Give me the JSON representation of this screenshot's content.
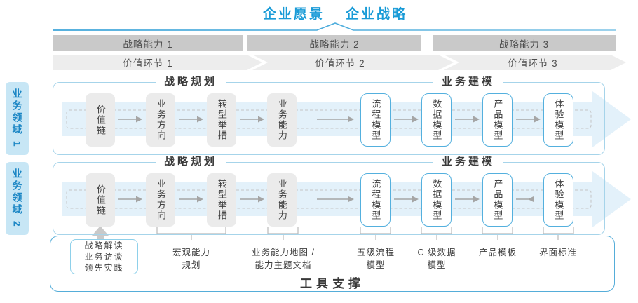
{
  "header": {
    "vision": "企业愿景",
    "strategy": "企业战略"
  },
  "strategic_capabilities": [
    "战略能力 1",
    "战略能力 2",
    "战略能力 3"
  ],
  "value_links": [
    "价值环节 1",
    "价值环节 2",
    "价值环节 3"
  ],
  "business_domains": [
    "业务领域 1",
    "业务领域 2"
  ],
  "row": {
    "strategic_planning_header": "战略规划",
    "business_modeling_header": "业务建模",
    "planning_boxes": [
      "价值链",
      "业务方向",
      "转型举措",
      "业务能力"
    ],
    "modeling_boxes": [
      "流程模型",
      "数据模型",
      "产品模型",
      "体验模型"
    ]
  },
  "bottom": {
    "practice_box_lines": "战略解读\n业务访谈\n领先实践",
    "tool_labels": {
      "macro_capability": "宏观能力\n规划",
      "capability_map": "业务能力地图 /\n能力主题文档",
      "process_model": "五级流程\n模型",
      "data_model": "C 级数据\n模型",
      "product_template": "产品模板",
      "ui_standard": "界面标准"
    },
    "tool_support": "工具支撑"
  },
  "colors": {
    "accent_blue": "#199bd7",
    "domain_fill": "#c7e6f5",
    "domain_text": "#1d87c5",
    "row_border": "#a6d4ea",
    "model_box_border": "#54b0de",
    "arrow_band": "#e3f1fa",
    "capability_bar_gray": "#c9c9c9",
    "value_link_gray": "#ededed",
    "planning_box_gray": "#ebebeb",
    "text_dark": "#3f3f3f",
    "tool_rect_border": "#55add9"
  }
}
